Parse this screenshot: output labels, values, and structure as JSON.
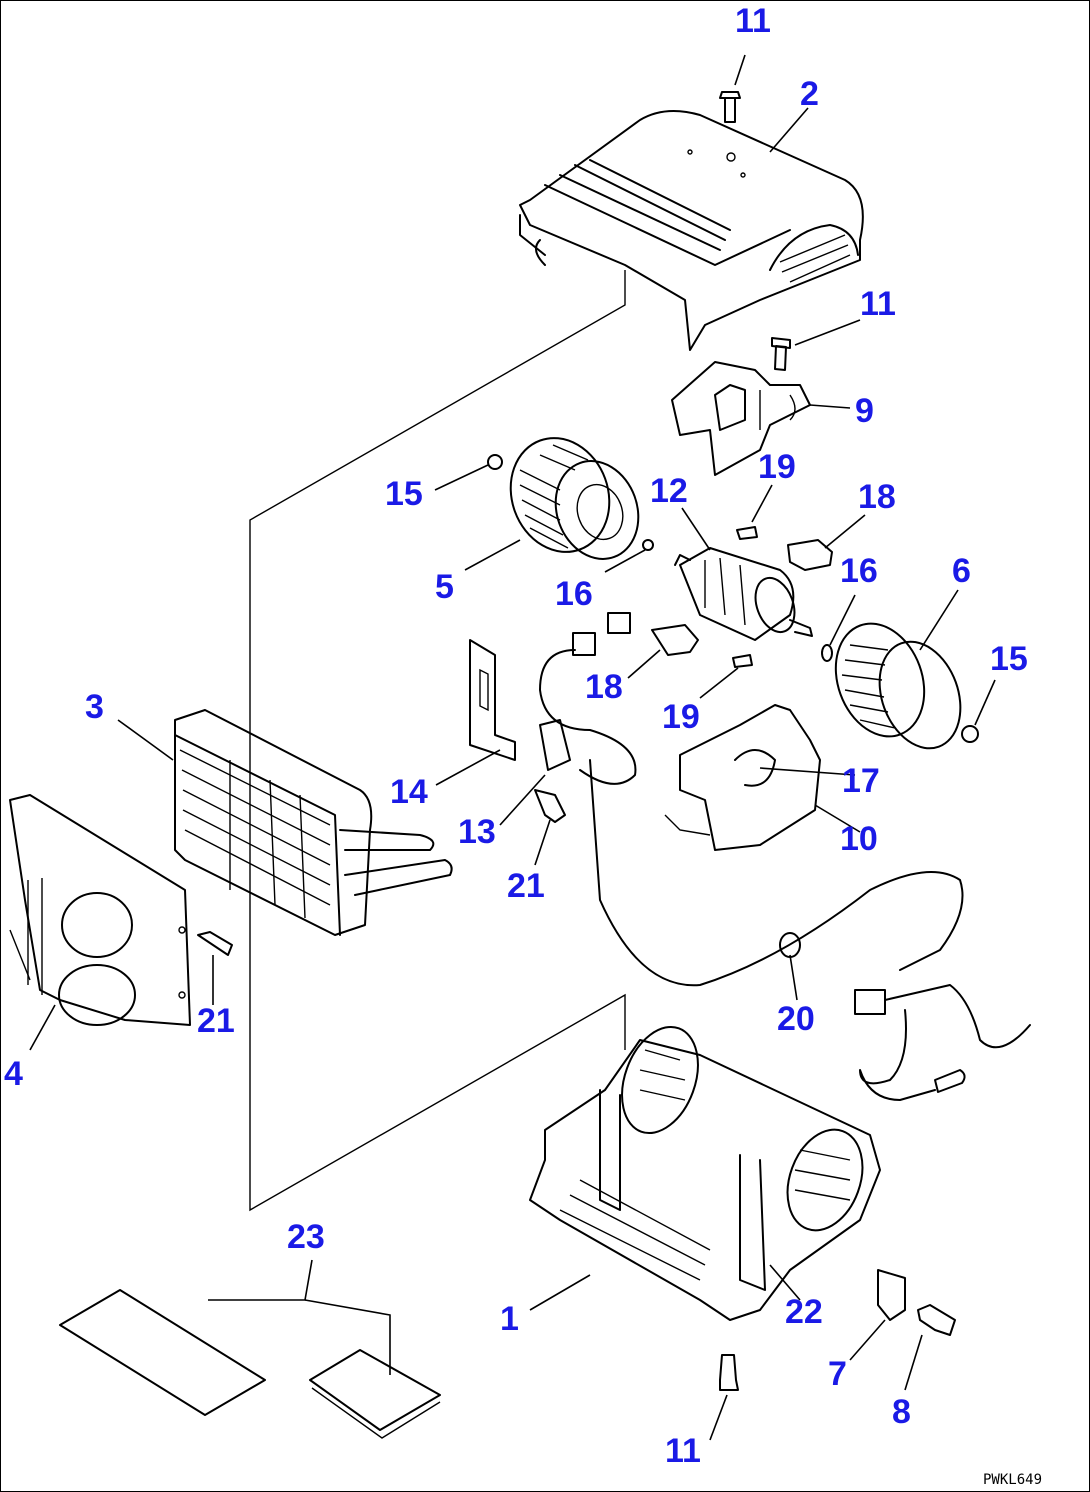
{
  "diagram": {
    "drawing_code": "PWKL649",
    "callouts": [
      {
        "id": "c11a",
        "label": "11"
      },
      {
        "id": "c2",
        "label": "2"
      },
      {
        "id": "c11b",
        "label": "11"
      },
      {
        "id": "c9",
        "label": "9"
      },
      {
        "id": "c15a",
        "label": "15"
      },
      {
        "id": "c19a",
        "label": "19"
      },
      {
        "id": "c12",
        "label": "12"
      },
      {
        "id": "c18a",
        "label": "18"
      },
      {
        "id": "c16a",
        "label": "16"
      },
      {
        "id": "c6",
        "label": "6"
      },
      {
        "id": "c5",
        "label": "5"
      },
      {
        "id": "c16b",
        "label": "16"
      },
      {
        "id": "c15b",
        "label": "15"
      },
      {
        "id": "c18b",
        "label": "18"
      },
      {
        "id": "c3",
        "label": "3"
      },
      {
        "id": "c19b",
        "label": "19"
      },
      {
        "id": "c14",
        "label": "14"
      },
      {
        "id": "c17",
        "label": "17"
      },
      {
        "id": "c13",
        "label": "13"
      },
      {
        "id": "c10",
        "label": "10"
      },
      {
        "id": "c21a",
        "label": "21"
      },
      {
        "id": "c21b",
        "label": "21"
      },
      {
        "id": "c20",
        "label": "20"
      },
      {
        "id": "c4",
        "label": "4"
      },
      {
        "id": "c23",
        "label": "23"
      },
      {
        "id": "c1",
        "label": "1"
      },
      {
        "id": "c22",
        "label": "22"
      },
      {
        "id": "c7",
        "label": "7"
      },
      {
        "id": "c8",
        "label": "8"
      },
      {
        "id": "c11c",
        "label": "11"
      }
    ]
  }
}
